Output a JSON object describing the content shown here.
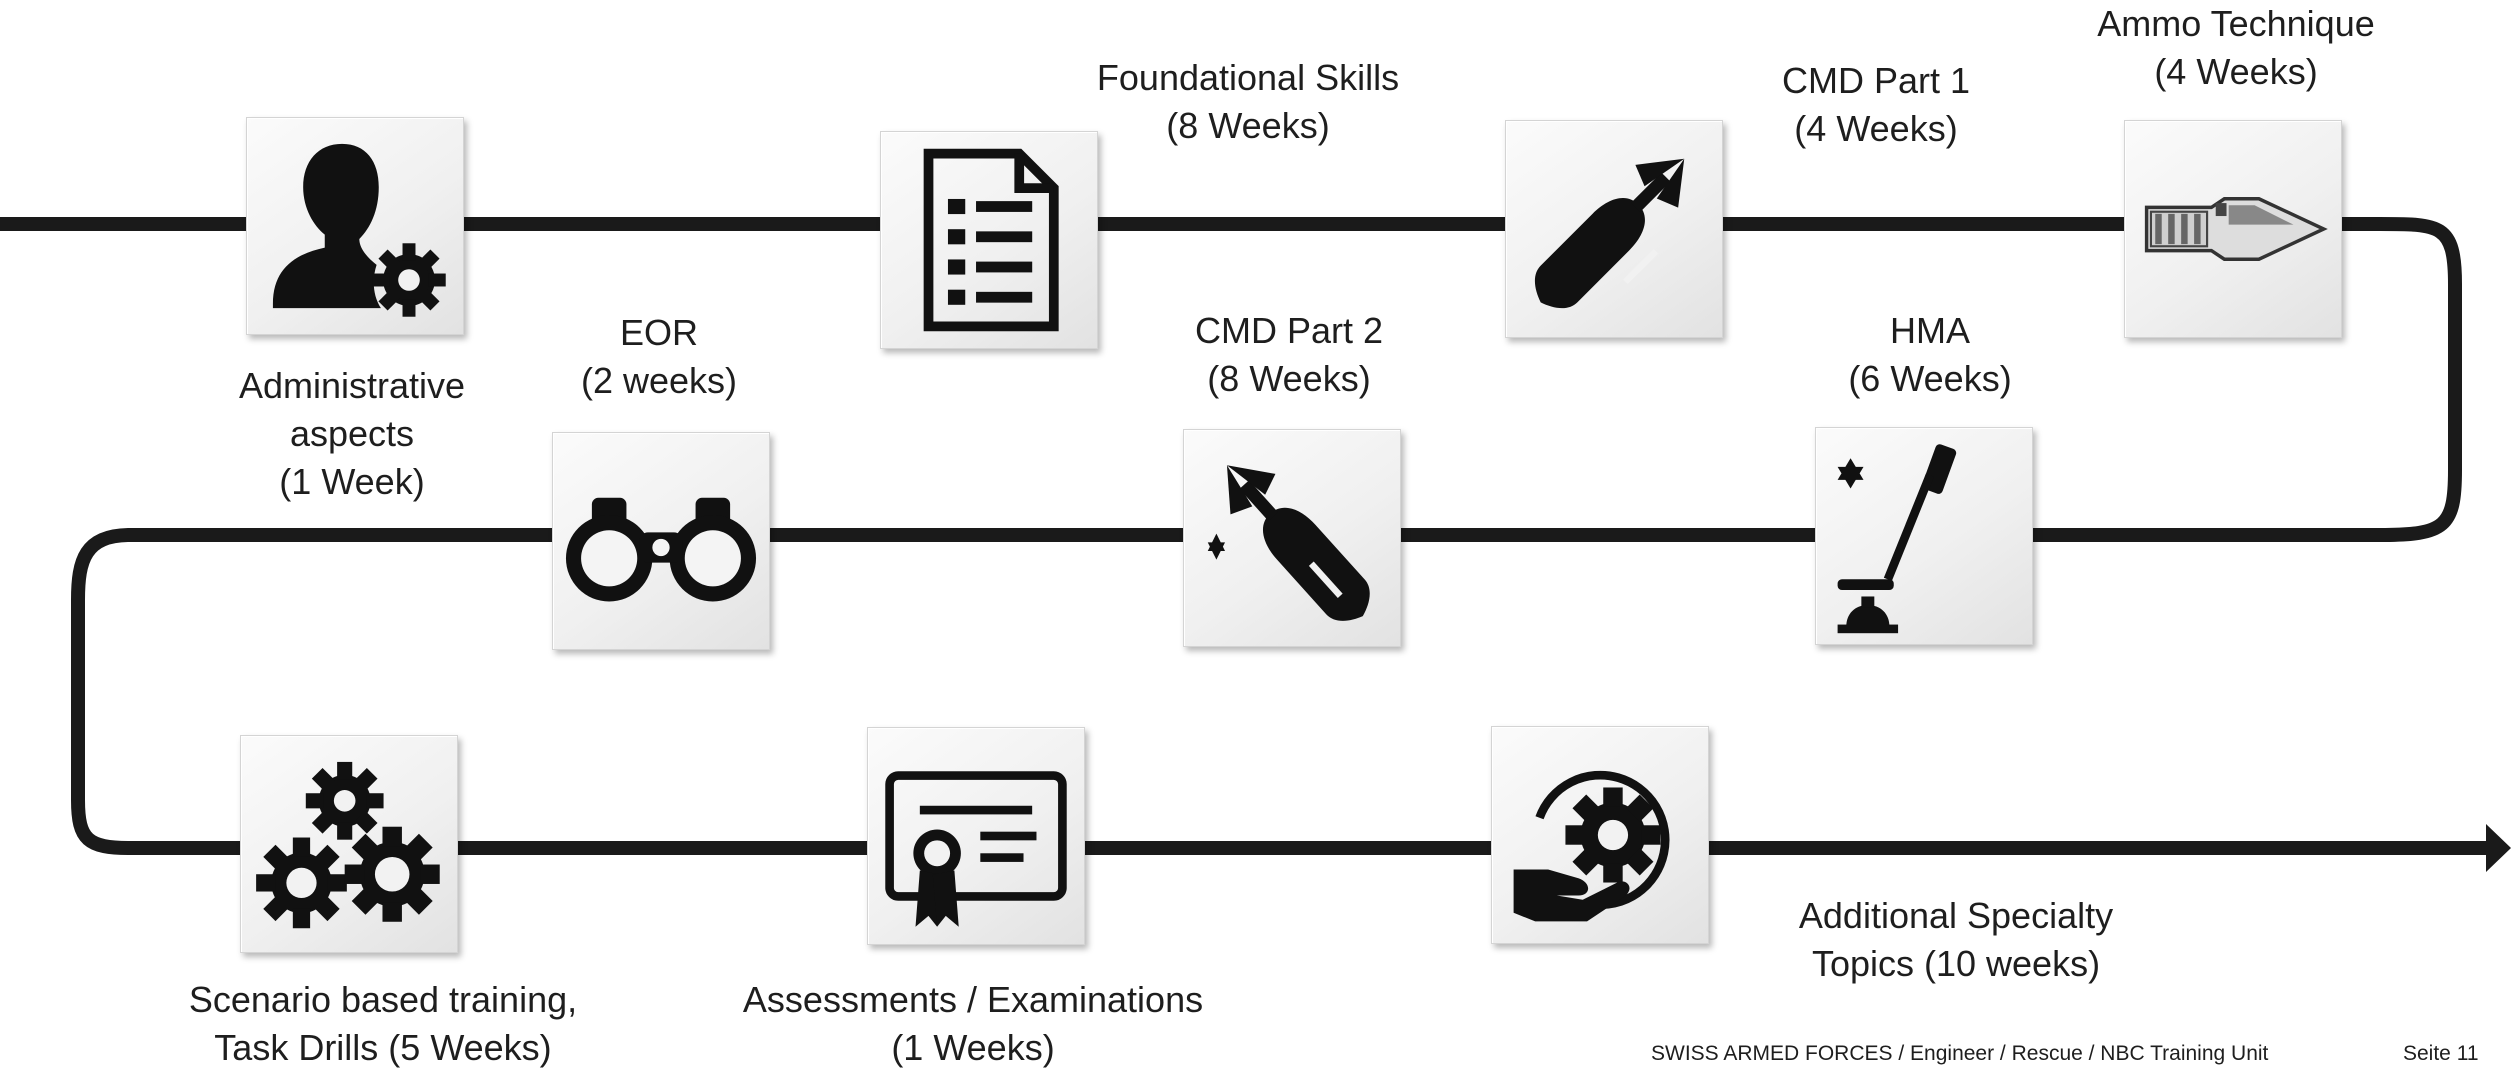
{
  "steps": {
    "administrative": {
      "lines": [
        "Administrative",
        "aspects",
        "(1 Week)"
      ],
      "icon": "person-gear-icon"
    },
    "foundational": {
      "lines": [
        "Foundational Skills",
        "(8 Weeks)"
      ],
      "icon": "checklist-document-icon"
    },
    "cmd1": {
      "lines": [
        "CMD Part 1",
        "(4 Weeks)"
      ],
      "icon": "bomb-icon"
    },
    "ammo": {
      "lines": [
        "Ammo Technique",
        "(4 Weeks)"
      ],
      "icon": "ammunition-cutaway-icon"
    },
    "eor": {
      "lines": [
        "EOR",
        "(2 weeks)"
      ],
      "icon": "binoculars-icon"
    },
    "cmd2": {
      "lines": [
        "CMD Part 2",
        "(8 Weeks)"
      ],
      "icon": "bomb-star-icon"
    },
    "hma": {
      "lines": [
        "HMA",
        "(6 Weeks)"
      ],
      "icon": "mine-detector-icon"
    },
    "scenario": {
      "lines": [
        "Scenario based training,",
        "Task Drills (5 Weeks)"
      ],
      "icon": "gears-icon"
    },
    "assessments": {
      "lines": [
        "Assessments / Examinations",
        "(1 Weeks)"
      ],
      "icon": "certificate-icon"
    },
    "specialty": {
      "lines": [
        "Additional Specialty",
        "Topics (10 weeks)"
      ],
      "icon": "hand-gear-icon"
    }
  },
  "footer": {
    "organisation": "SWISS ARMED FORCES / Engineer / Rescue / NBC Training Unit",
    "page": "Seite 11"
  }
}
